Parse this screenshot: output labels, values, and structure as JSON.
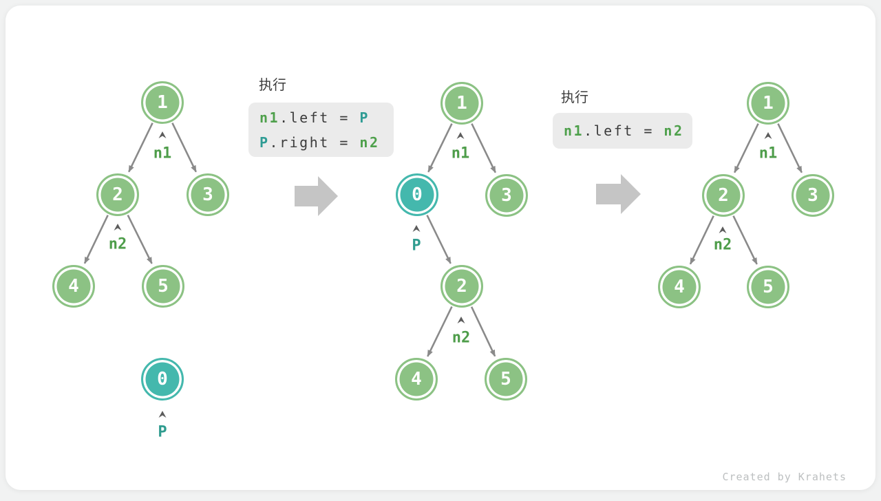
{
  "figure": {
    "watermark": "Created by Krahets"
  },
  "colors": {
    "node_green": "#8cc284",
    "node_teal": "#44b8ad",
    "node_text": "#ffffff",
    "pointer_green": "#4e9d4a",
    "pointer_teal": "#2f9c8f",
    "edge_gray": "#8a8a8a",
    "big_arrow_gray": "#c5c5c5",
    "code_bg": "#ebebeb",
    "code_text": "#3c3c3c",
    "code_green": "#4ea04b",
    "code_teal": "#2f9c94",
    "watermark_gray": "#bcbfc0"
  },
  "trees": [
    {
      "name": "before-insert",
      "nodes": [
        {
          "value": "1"
        },
        {
          "value": "2"
        },
        {
          "value": "3"
        },
        {
          "value": "4"
        },
        {
          "value": "5"
        },
        {
          "value": "0",
          "highlight": true
        }
      ],
      "pointers": [
        {
          "label": "n1",
          "color": "green"
        },
        {
          "label": "n2",
          "color": "green"
        },
        {
          "label": "P",
          "color": "teal"
        }
      ]
    },
    {
      "name": "during-insert",
      "nodes": [
        {
          "value": "1"
        },
        {
          "value": "0",
          "highlight": true
        },
        {
          "value": "3"
        },
        {
          "value": "2"
        },
        {
          "value": "4"
        },
        {
          "value": "5"
        }
      ],
      "pointers": [
        {
          "label": "n1",
          "color": "green"
        },
        {
          "label": "P",
          "color": "teal"
        },
        {
          "label": "n2",
          "color": "green"
        }
      ]
    },
    {
      "name": "after-remove",
      "nodes": [
        {
          "value": "1"
        },
        {
          "value": "2"
        },
        {
          "value": "3"
        },
        {
          "value": "4"
        },
        {
          "value": "5"
        }
      ],
      "pointers": [
        {
          "label": "n1",
          "color": "green"
        },
        {
          "label": "n2",
          "color": "green"
        }
      ]
    }
  ],
  "code_blocks": [
    {
      "title": "执行",
      "lines": [
        {
          "tokens": [
            {
              "text": "n1",
              "style": "green"
            },
            {
              "text": ".left = ",
              "style": "plain"
            },
            {
              "text": "P",
              "style": "teal"
            }
          ]
        },
        {
          "tokens": [
            {
              "text": "P",
              "style": "teal"
            },
            {
              "text": ".right = ",
              "style": "plain"
            },
            {
              "text": "n2",
              "style": "green"
            }
          ]
        }
      ]
    },
    {
      "title": "执行",
      "lines": [
        {
          "tokens": [
            {
              "text": "n1",
              "style": "green"
            },
            {
              "text": ".left = ",
              "style": "plain"
            },
            {
              "text": "n2",
              "style": "green"
            }
          ]
        }
      ]
    }
  ]
}
